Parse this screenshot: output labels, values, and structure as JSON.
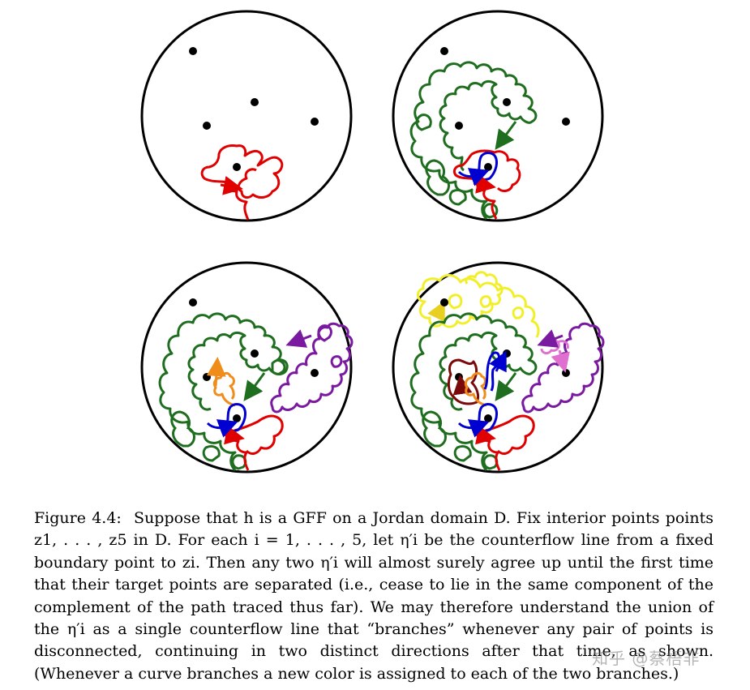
{
  "figure": {
    "colors": {
      "boundary": "#000000",
      "point": "#000000",
      "red": "#e00000",
      "green": "#1f6e1f",
      "blue": "#0000d0",
      "orange": "#f08c1a",
      "purple": "#7a1aa0",
      "yellow": "#f2ef2a",
      "darkred": "#7a0a0a",
      "pink": "#e070d0"
    },
    "panels": [
      "panel-top-left",
      "panel-top-right",
      "panel-bottom-left",
      "panel-bottom-right"
    ]
  },
  "caption": {
    "label": "Figure 4.4:",
    "text": "Suppose that h is a GFF on a Jordan domain D. Fix interior points points z1, . . . , z5 in D. For each i = 1, . . . , 5, let η′i be the counterflow line from a fixed boundary point to zi. Then any two η′i will almost surely agree up until the first time that their target points are separated (i.e., cease to lie in the same component of the complement of the path traced thus far). We may therefore understand the union of the η′i as a single counterflow line that “branches” whenever any pair of points is disconnected, continuing in two distinct directions after that time, as shown. (Whenever a curve branches a new color is assigned to each of the two branches.)"
  },
  "watermark": "知乎 @蔡梧非"
}
